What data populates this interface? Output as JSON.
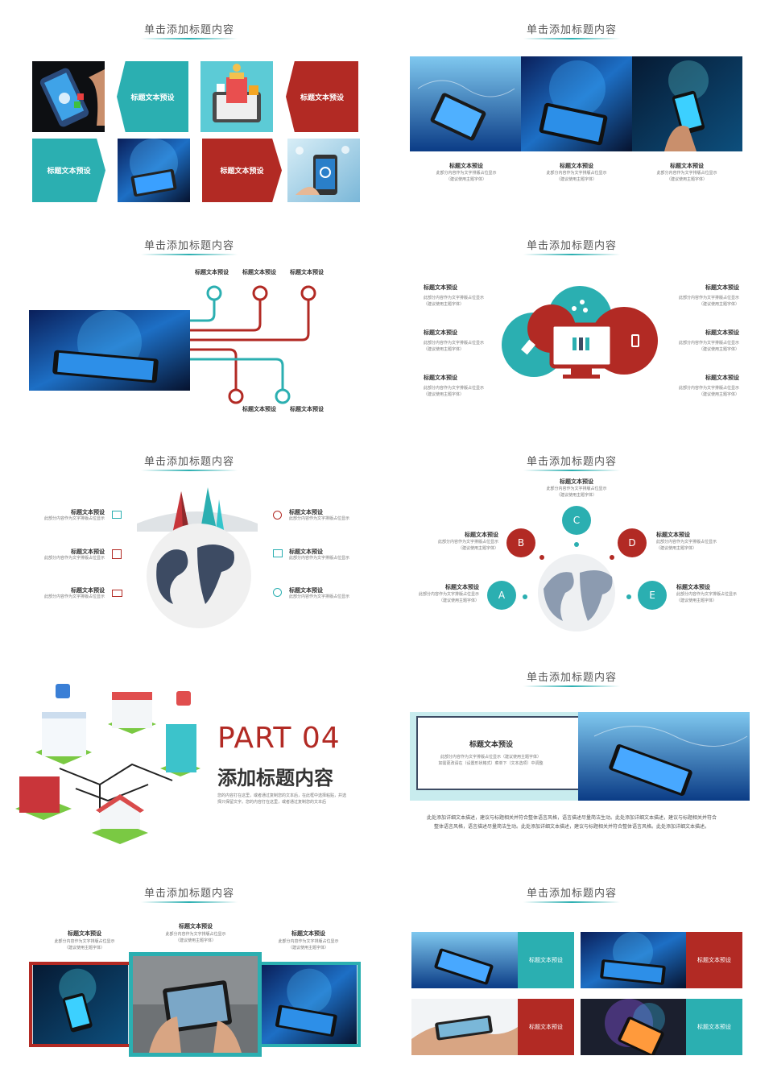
{
  "slide_title": "单击添加标题内容",
  "label": "标题文本预设",
  "desc1": "此部分内容作为文字排版占位显示",
  "desc2": "（建议使用主题字体）",
  "desc_short": "此部分内容作为文字排版占位显示",
  "part": {
    "number": "PART 04",
    "heading": "添加标题内容",
    "body1": "您的内容打在这里，或者通过复制您的文本后，在此框中选择粘贴，并选",
    "body2": "择只保留文字。您的内容打在这里，或者通过复制您的文本后"
  },
  "slide10": {
    "box_title": "标题文本预设",
    "box_desc1": "此部分内容作为文字排版占位显示（建议使用主题字体）",
    "box_desc2": "如需更改请在（设置形状格式）菜单下（文本选项）中调整",
    "para1": "此处添加详细文本描述，建议与标题相关并符合整体语言风格，语言描述尽量简洁生动。此处添加详细文本描述，建议与标题相关并符合",
    "para2": "整体语言风格，语言描述尽量简洁生动。此处添加详细文本描述，建议与标题相关并符合整体语言风格。此处添加详细文本描述。"
  },
  "letters": [
    "A",
    "B",
    "C",
    "D",
    "E"
  ],
  "colors": {
    "teal": "#2bafb1",
    "red": "#b22a24",
    "navy": "#3d4b63"
  }
}
